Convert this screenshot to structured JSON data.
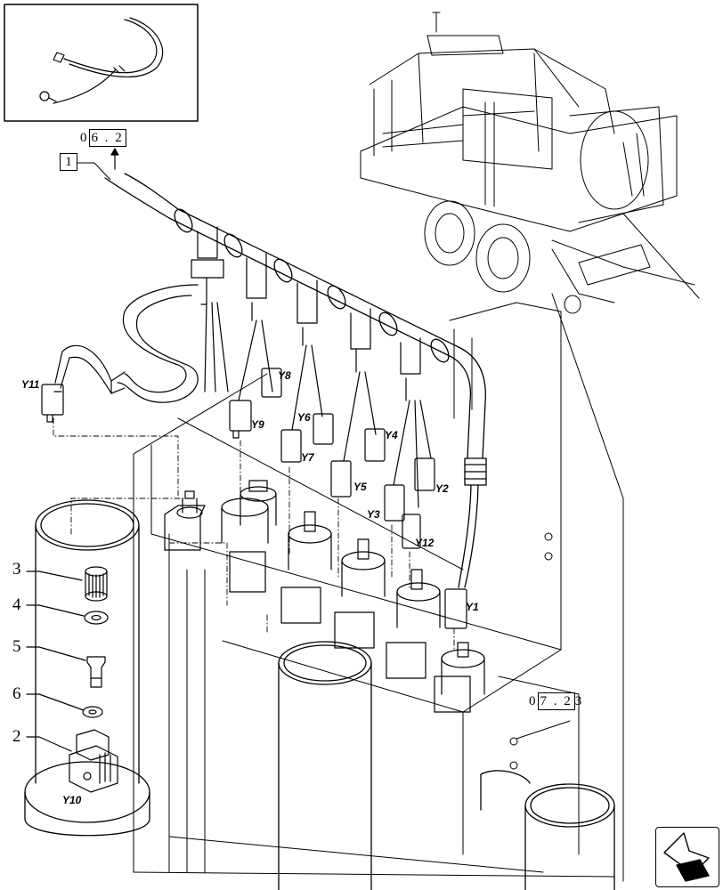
{
  "callout": {
    "item": "1"
  },
  "refs": {
    "top": {
      "prefix": "0",
      "boxed": "6 . 2",
      "suffix": ""
    },
    "bottom": {
      "prefix": "0",
      "boxed": "7 . 2",
      "suffix": "3"
    }
  },
  "parts": {
    "p2": "2",
    "p3": "3",
    "p4": "4",
    "p5": "5",
    "p6": "6"
  },
  "connectors": {
    "y1": "Y1",
    "y2": "Y2",
    "y3": "Y3",
    "y4": "Y4",
    "y5": "Y5",
    "y6": "Y6",
    "y7": "Y7",
    "y8": "Y8",
    "y9": "Y9",
    "y10": "Y10",
    "y11": "Y11",
    "y12": "Y12"
  },
  "icons": {
    "inset": "cable-detail-inset",
    "machine": "round-baler-overview",
    "nav": "next-page-arrow-icon"
  }
}
